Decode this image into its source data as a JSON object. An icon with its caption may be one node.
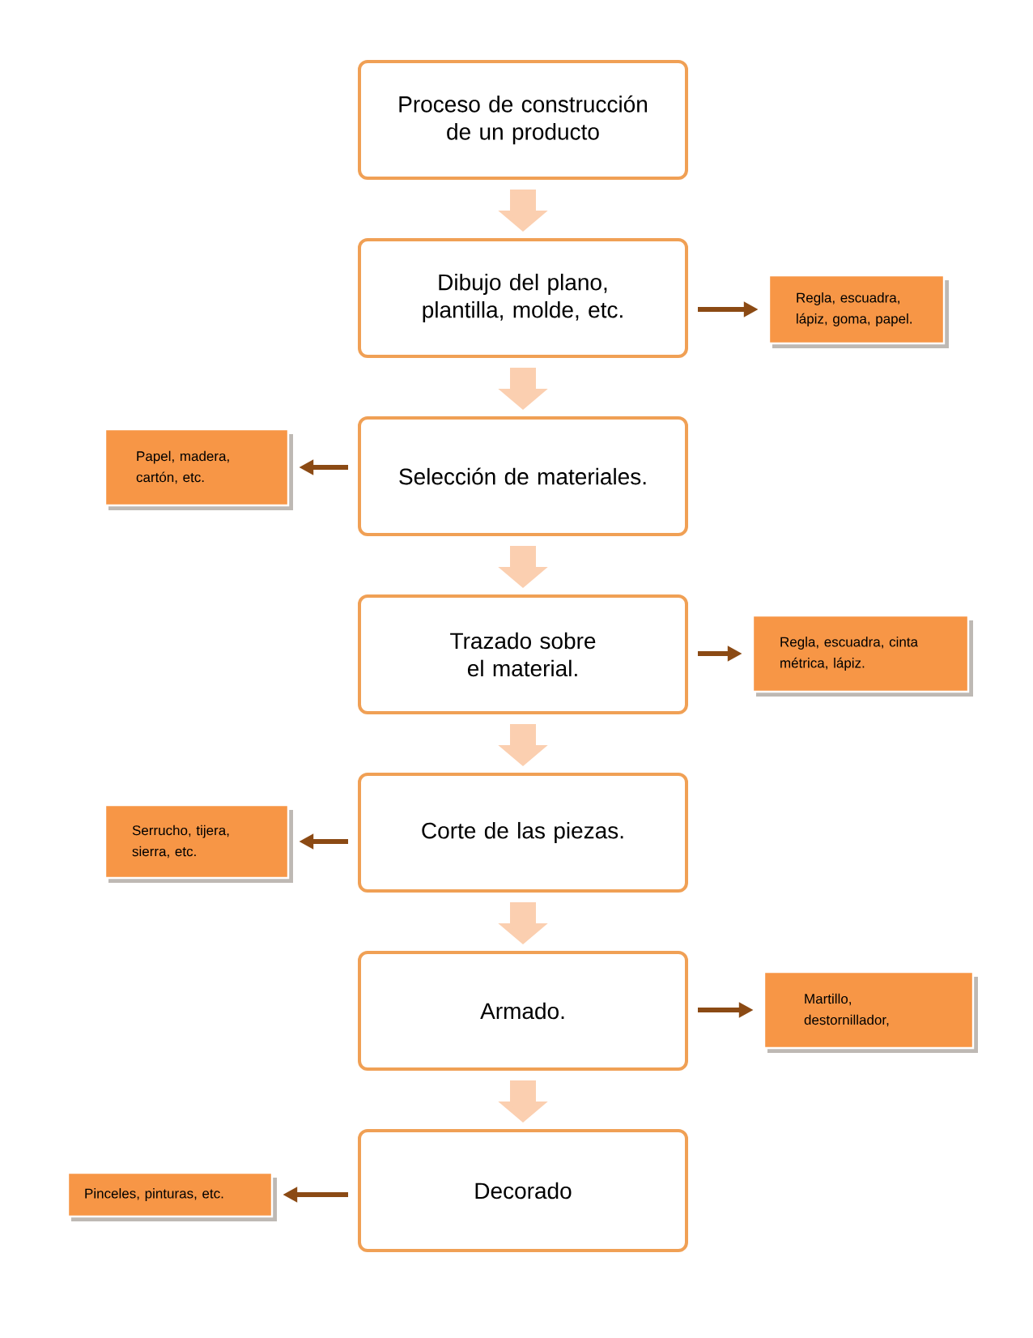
{
  "diagram": {
    "nodes": [
      {
        "text": [
          "Proceso de construcción de un producto"
        ]
      },
      {
        "text": [
          "Dibujo del plano, plantilla, molde, etc."
        ]
      },
      {
        "text": [
          "Regla, escuadra, lápiz, goma, papel."
        ]
      },
      {
        "text": [
          "Papel, madera, cartón, etc."
        ]
      },
      {
        "text": [
          "Selección de materiales."
        ]
      },
      {
        "text": [
          "Trazado sobre el material."
        ]
      },
      {
        "text": [
          "Regla, escuadra, cinta métrica, lápiz."
        ]
      },
      {
        "text": [
          "Serrucho, tijera, sierra, etc."
        ]
      },
      {
        "text": [
          "Corte de las piezas."
        ]
      },
      {
        "text": [
          "Armado."
        ]
      },
      {
        "text": [
          "Martillo, destornillador,"
        ]
      },
      {
        "text": [
          "Pinceles, pinturas, etc."
        ]
      },
      {
        "text": [
          "Decorado"
        ]
      }
    ],
    "edges": [
      {
        "from": 0,
        "to": 1,
        "arrow": "to",
        "style": "thick",
        "color": "#fbcfb0"
      },
      {
        "from": 1,
        "to": 4,
        "arrow": "to",
        "style": "thick",
        "color": "#fbcfb0"
      },
      {
        "from": 4,
        "to": 5,
        "arrow": "to",
        "style": "thick",
        "color": "#fbcfb0"
      },
      {
        "from": 5,
        "to": 8,
        "arrow": "to",
        "style": "thick",
        "color": "#fbcfb0"
      },
      {
        "from": 8,
        "to": 9,
        "arrow": "to",
        "style": "thick",
        "color": "#fbcfb0"
      },
      {
        "from": 9,
        "to": 12,
        "arrow": "to",
        "style": "thick",
        "color": "#fbcfb0"
      },
      {
        "from": 1,
        "to": 2,
        "arrow": "to",
        "color": "#8b4a14"
      },
      {
        "from": 4,
        "to": 3,
        "arrow": "to",
        "color": "#8b4a14"
      },
      {
        "from": 5,
        "to": 6,
        "arrow": "to",
        "color": "#8b4a14"
      },
      {
        "from": 8,
        "to": 7,
        "arrow": "to",
        "color": "#8b4a14"
      },
      {
        "from": 9,
        "to": 10,
        "arrow": "to",
        "color": "#8b4a14"
      },
      {
        "from": 12,
        "to": 11,
        "arrow": "to",
        "color": "#8b4a14"
      }
    ]
  }
}
